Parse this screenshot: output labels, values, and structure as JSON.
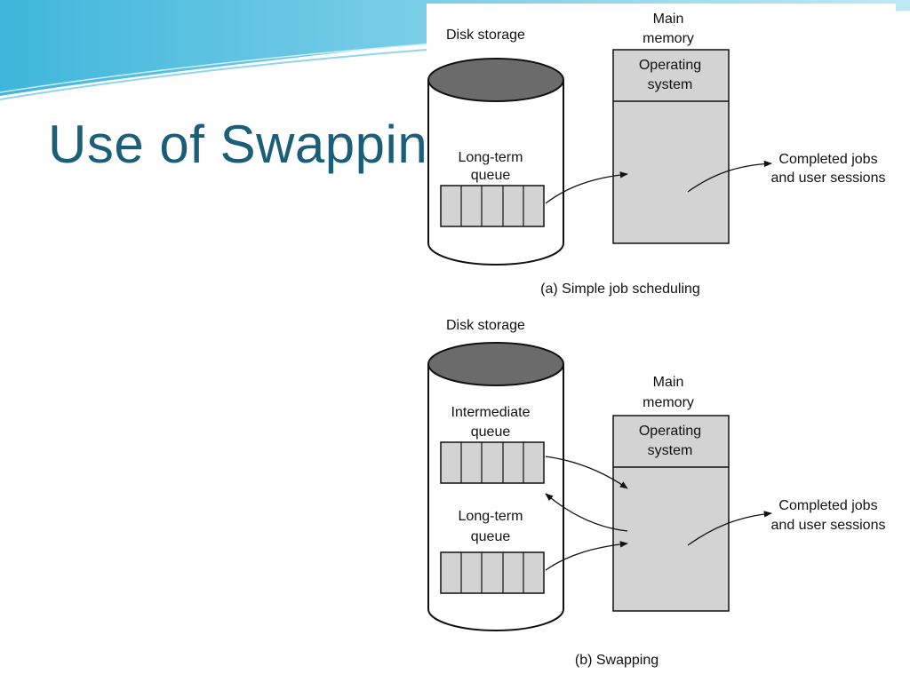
{
  "slide": {
    "title": "Use of Swapping",
    "colors": {
      "title": "#1b5e7a",
      "wave": "#4fc3e0",
      "cell_fill": "#d3d3d3",
      "cylinder_top": "#6b6b6b"
    }
  },
  "diagram_a": {
    "disk_label": "Disk storage",
    "memory_label_line1": "Main",
    "memory_label_line2": "memory",
    "os_line1": "Operating",
    "os_line2": "system",
    "queue_line1": "Long-term",
    "queue_line2": "queue",
    "completed_line1": "Completed jobs",
    "completed_line2": "and user sessions",
    "caption": "(a) Simple job scheduling"
  },
  "diagram_b": {
    "disk_label": "Disk storage",
    "memory_label_line1": "Main",
    "memory_label_line2": "memory",
    "os_line1": "Operating",
    "os_line2": "system",
    "intermediate_line1": "Intermediate",
    "intermediate_line2": "queue",
    "queue_line1": "Long-term",
    "queue_line2": "queue",
    "completed_line1": "Completed jobs",
    "completed_line2": "and user sessions",
    "caption": "(b) Swapping"
  }
}
